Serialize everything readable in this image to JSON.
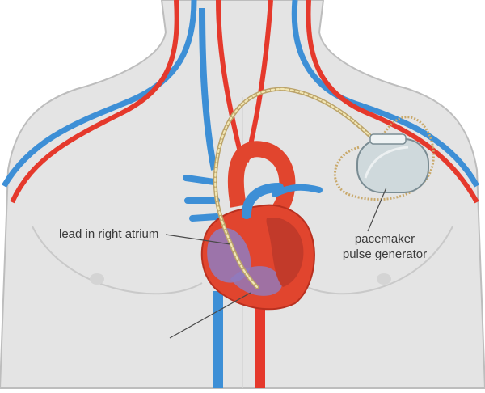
{
  "labels": {
    "lead_right_atrium": "lead in right atrium",
    "pacemaker_line1": "pacemaker",
    "pacemaker_line2": "pulse generator"
  },
  "colors": {
    "skin": "#e4e4e4",
    "body_outline": "#bdbdbd",
    "vein_blue": "#3d8fd6",
    "artery_red": "#e5392c",
    "heart_red": "#e1452e",
    "chamber_purple": "#8f7cc0",
    "lead_wire": "#e9d58a",
    "device_fill": "#cfd9dc",
    "label_text": "#3a3a3a"
  }
}
